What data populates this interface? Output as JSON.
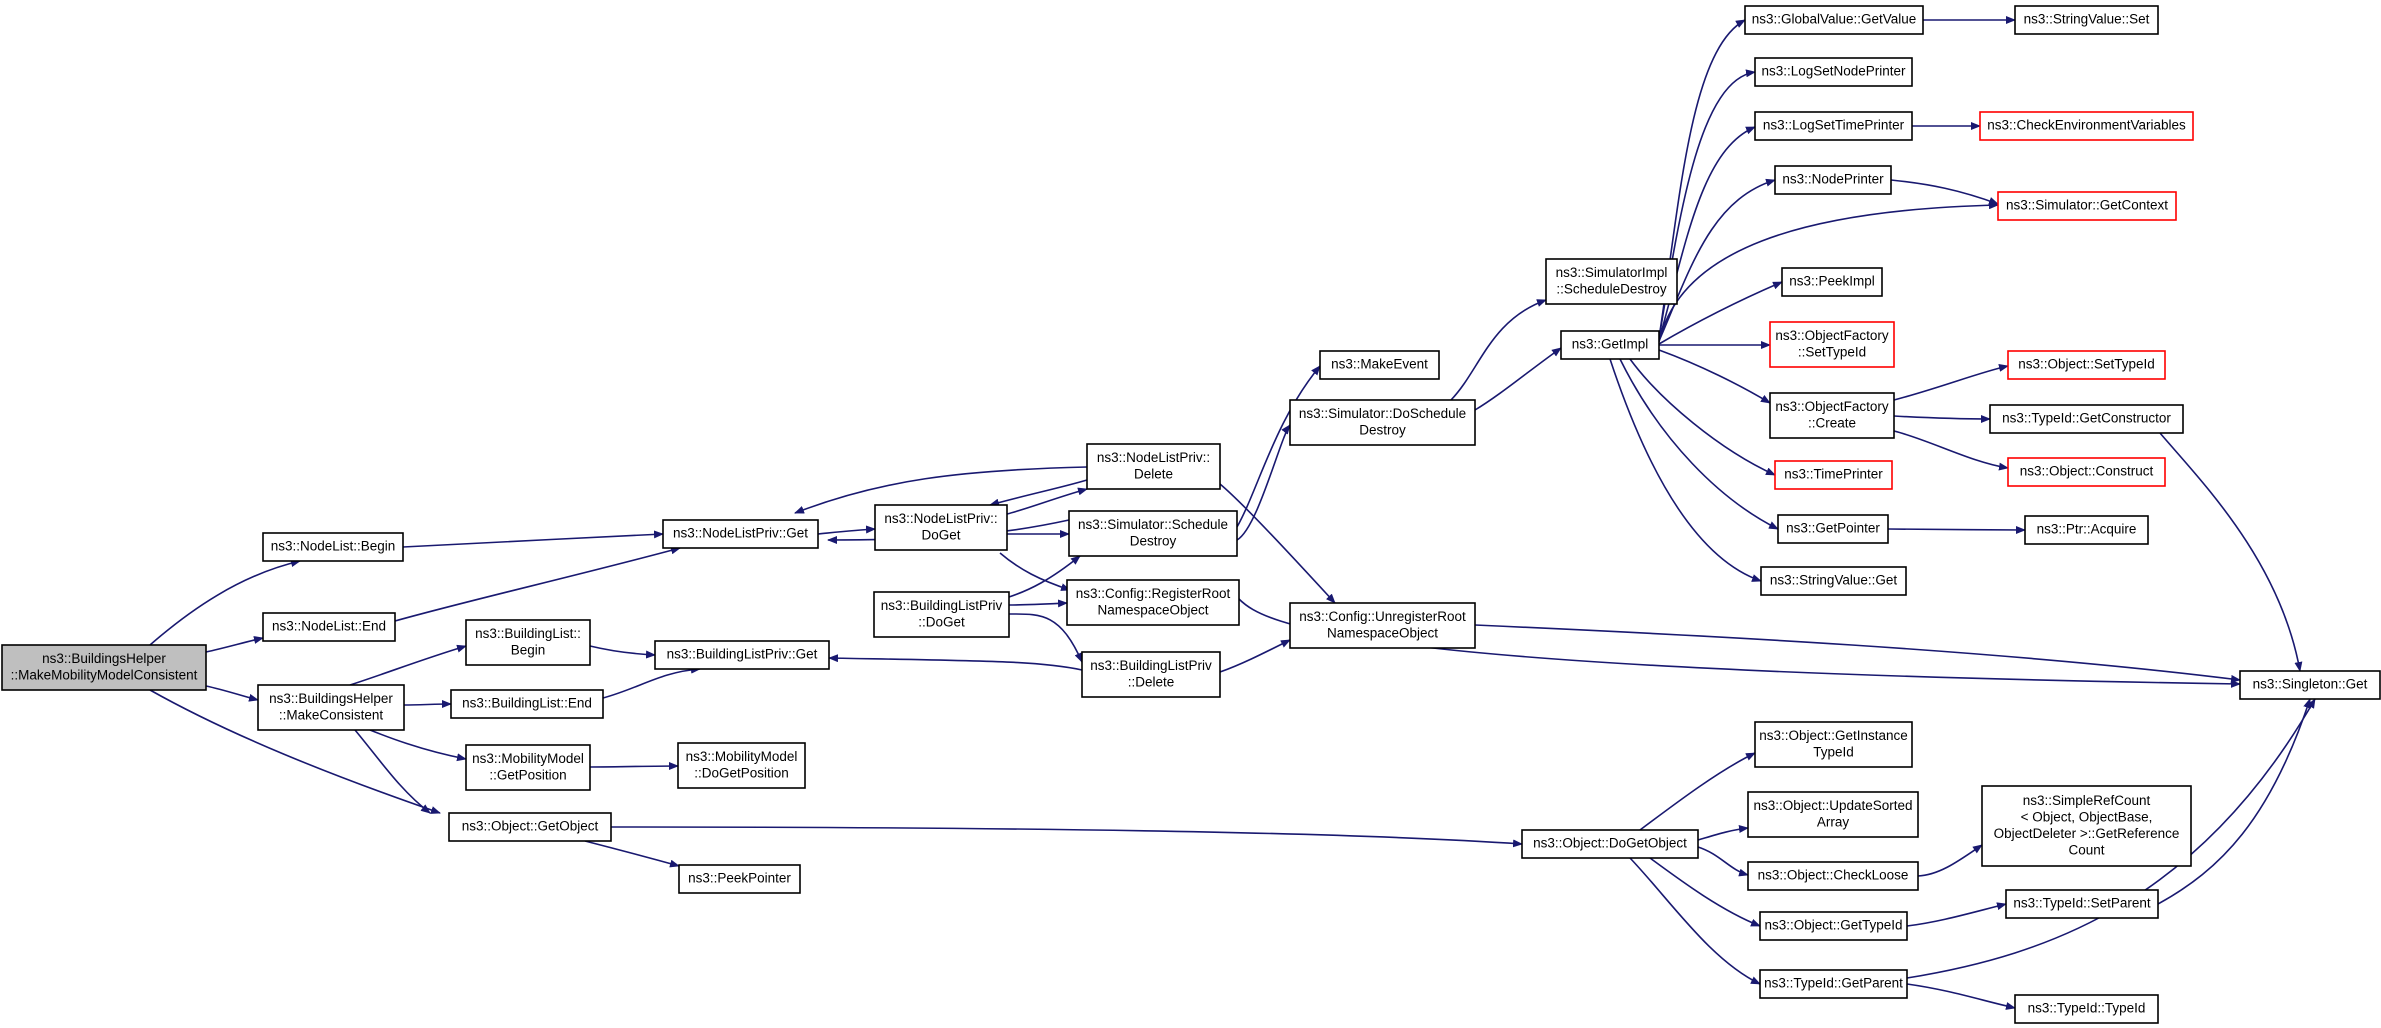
{
  "colors": {
    "edge": "#191970",
    "box_border": "#000000",
    "red_border": "#ff0000",
    "root_fill": "#bfbfbf"
  },
  "nodes": [
    {
      "id": "root",
      "lines": [
        "ns3::BuildingsHelper",
        "::MakeMobilityModelConsistent"
      ],
      "style": "root"
    },
    {
      "id": "nl_begin",
      "lines": [
        "ns3::NodeList::Begin"
      ]
    },
    {
      "id": "nl_end",
      "lines": [
        "ns3::NodeList::End"
      ]
    },
    {
      "id": "bh_mc",
      "lines": [
        "ns3::BuildingsHelper",
        "::MakeConsistent"
      ]
    },
    {
      "id": "bl_begin",
      "lines": [
        "ns3::BuildingList::",
        "Begin"
      ]
    },
    {
      "id": "bl_end",
      "lines": [
        "ns3::BuildingList::End"
      ]
    },
    {
      "id": "mm_gp",
      "lines": [
        "ns3::MobilityModel",
        "::GetPosition"
      ]
    },
    {
      "id": "o_go",
      "lines": [
        "ns3::Object::GetObject"
      ]
    },
    {
      "id": "nlp_get",
      "lines": [
        "ns3::NodeListPriv::Get"
      ]
    },
    {
      "id": "blp_get",
      "lines": [
        "ns3::BuildingListPriv::Get"
      ]
    },
    {
      "id": "mm_dgp",
      "lines": [
        "ns3::MobilityModel",
        "::DoGetPosition"
      ]
    },
    {
      "id": "peekptr",
      "lines": [
        "ns3::PeekPointer"
      ]
    },
    {
      "id": "nlp_doget",
      "lines": [
        "ns3::NodeListPriv::",
        "DoGet"
      ]
    },
    {
      "id": "blp_doget",
      "lines": [
        "ns3::BuildingListPriv",
        "::DoGet"
      ]
    },
    {
      "id": "nlp_del",
      "lines": [
        "ns3::NodeListPriv::",
        "Delete"
      ]
    },
    {
      "id": "sim_sd",
      "lines": [
        "ns3::Simulator::Schedule",
        "Destroy"
      ]
    },
    {
      "id": "cfg_rrno",
      "lines": [
        "ns3::Config::RegisterRoot",
        "NamespaceObject"
      ]
    },
    {
      "id": "blp_del",
      "lines": [
        "ns3::BuildingListPriv",
        "::Delete"
      ]
    },
    {
      "id": "makeevent",
      "lines": [
        "ns3::MakeEvent"
      ]
    },
    {
      "id": "sim_dsd",
      "lines": [
        "ns3::Simulator::DoSchedule",
        "Destroy"
      ]
    },
    {
      "id": "cfg_urno",
      "lines": [
        "ns3::Config::UnregisterRoot",
        "NamespaceObject"
      ]
    },
    {
      "id": "simimpl_sd",
      "lines": [
        "ns3::SimulatorImpl",
        "::ScheduleDestroy"
      ]
    },
    {
      "id": "getimpl",
      "lines": [
        "ns3::GetImpl"
      ]
    },
    {
      "id": "o_dgo",
      "lines": [
        "ns3::Object::DoGetObject"
      ]
    },
    {
      "id": "gv_getvalue",
      "lines": [
        "ns3::GlobalValue::GetValue"
      ]
    },
    {
      "id": "logsetnp",
      "lines": [
        "ns3::LogSetNodePrinter"
      ]
    },
    {
      "id": "logsettp",
      "lines": [
        "ns3::LogSetTimePrinter"
      ]
    },
    {
      "id": "nodeprinter",
      "lines": [
        "ns3::NodePrinter"
      ]
    },
    {
      "id": "peekimpl",
      "lines": [
        "ns3::PeekImpl"
      ]
    },
    {
      "id": "of_settypeid",
      "lines": [
        "ns3::ObjectFactory",
        "::SetTypeId"
      ],
      "style": "red"
    },
    {
      "id": "of_create",
      "lines": [
        "ns3::ObjectFactory",
        "::Create"
      ]
    },
    {
      "id": "timeprinter",
      "lines": [
        "ns3::TimePrinter"
      ],
      "style": "red"
    },
    {
      "id": "getpointer",
      "lines": [
        "ns3::GetPointer"
      ]
    },
    {
      "id": "sv_get",
      "lines": [
        "ns3::StringValue::Get"
      ]
    },
    {
      "id": "o_git",
      "lines": [
        "ns3::Object::GetInstance",
        "TypeId"
      ]
    },
    {
      "id": "o_usa",
      "lines": [
        "ns3::Object::UpdateSorted",
        "Array"
      ]
    },
    {
      "id": "o_cl",
      "lines": [
        "ns3::Object::CheckLoose"
      ]
    },
    {
      "id": "o_gti",
      "lines": [
        "ns3::Object::GetTypeId"
      ]
    },
    {
      "id": "tid_gp",
      "lines": [
        "ns3::TypeId::GetParent"
      ]
    },
    {
      "id": "sv_set",
      "lines": [
        "ns3::StringValue::Set"
      ]
    },
    {
      "id": "cev",
      "lines": [
        "ns3::CheckEnvironmentVariables"
      ],
      "style": "red"
    },
    {
      "id": "sim_gc",
      "lines": [
        "ns3::Simulator::GetContext"
      ],
      "style": "red"
    },
    {
      "id": "o_sti",
      "lines": [
        "ns3::Object::SetTypeId"
      ],
      "style": "red"
    },
    {
      "id": "tid_gc",
      "lines": [
        "ns3::TypeId::GetConstructor"
      ]
    },
    {
      "id": "o_construct",
      "lines": [
        "ns3::Object::Construct"
      ],
      "style": "red"
    },
    {
      "id": "ptr_acquire",
      "lines": [
        "ns3::Ptr::Acquire"
      ]
    },
    {
      "id": "src_grc",
      "lines": [
        "ns3::SimpleRefCount",
        "< Object, ObjectBase,",
        "ObjectDeleter >::GetReference",
        "Count"
      ]
    },
    {
      "id": "tid_sp",
      "lines": [
        "ns3::TypeId::SetParent"
      ]
    },
    {
      "id": "tid_tid",
      "lines": [
        "ns3::TypeId::TypeId"
      ]
    },
    {
      "id": "singleton",
      "lines": [
        "ns3::Singleton::Get"
      ]
    }
  ]
}
